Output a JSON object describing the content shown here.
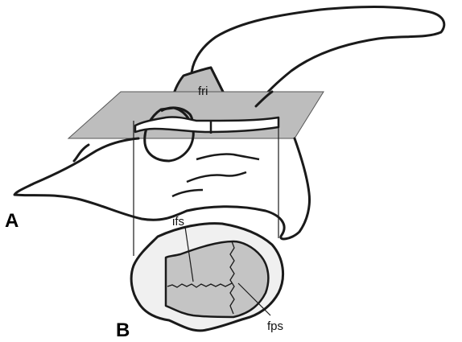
{
  "figure": {
    "panels": {
      "a": "A",
      "b": "B"
    },
    "labels": {
      "fri": "fri",
      "ifs": "ifs",
      "fps": "fps"
    },
    "colors": {
      "plane": "#bdbdbd",
      "section_fill": "#c4c4c4",
      "cortex_fill": "#f0f0f0",
      "outline": "#1a1a1a",
      "background": "#ffffff"
    }
  }
}
